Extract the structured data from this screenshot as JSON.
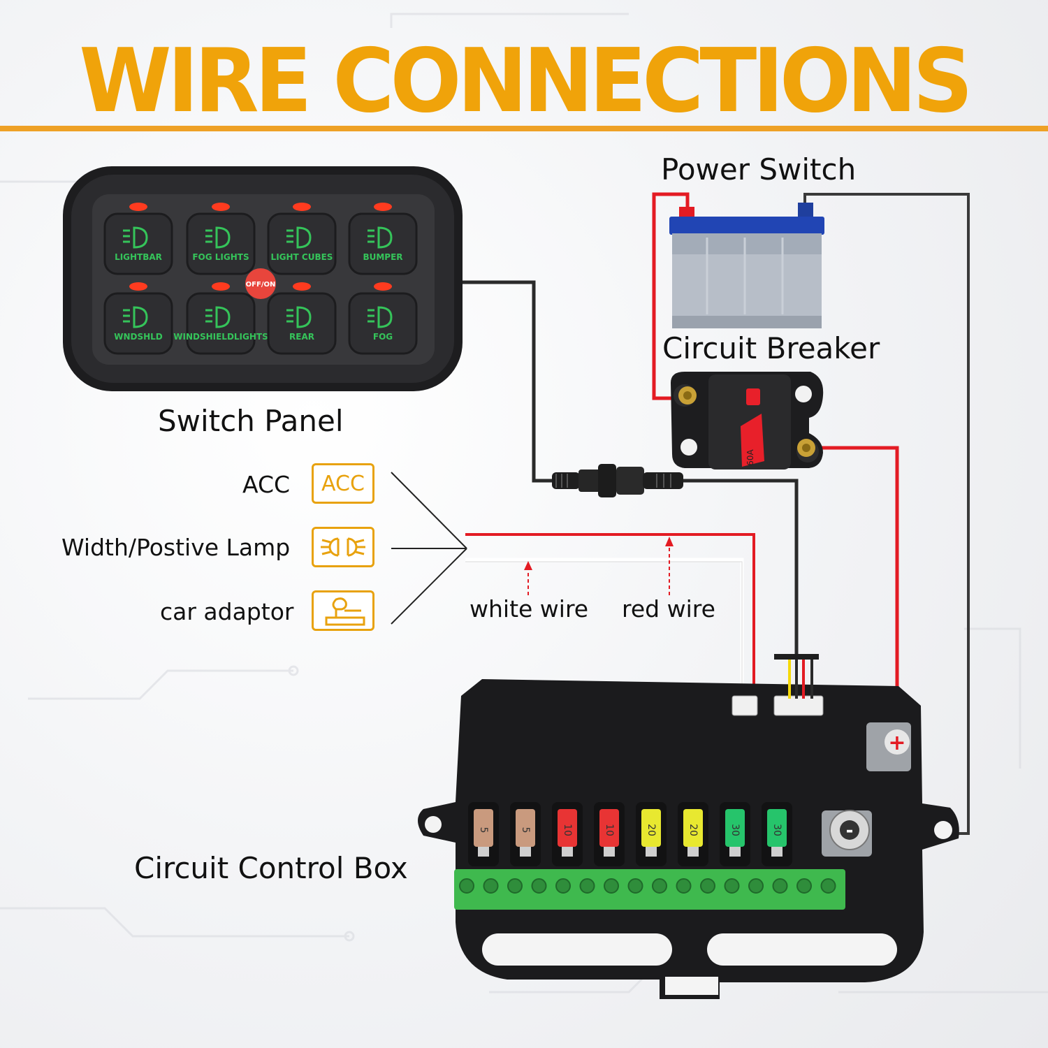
{
  "title": "WIRE CONNECTIONS",
  "colors": {
    "title": "#f0a30a",
    "rule": "#eea126",
    "accent_box": "#e8a20e",
    "red_wire": "#e31b23",
    "black_wire": "#2a2a2a",
    "switch_green": "#35c45a",
    "led_red": "#ff3b1f"
  },
  "labels": {
    "power_switch": "Power Switch",
    "circuit_breaker": "Circuit Breaker",
    "switch_panel": "Switch Panel",
    "acc": "ACC",
    "width_lamp": "Width/Postive Lamp",
    "car_adaptor": "car adaptor",
    "white_wire": "white wire",
    "red_wire": "red wire",
    "circuit_control_box": "Circuit Control Box"
  },
  "acc_icon_text": "ACC",
  "switch_panel": {
    "off_on": "OFF/ON",
    "buttons": [
      "LIGHTBAR",
      "FOG LIGHTS",
      "LIGHT CUBES",
      "BUMPER",
      "WNDSHLD",
      "WINDSHIELDLIGHTS",
      "REAR",
      "FOG"
    ]
  },
  "breaker_rating": "60A",
  "fuses": [
    "5",
    "5",
    "10",
    "10",
    "20",
    "20",
    "30",
    "30"
  ],
  "terminals": {
    "positive": "+",
    "negative": "-"
  }
}
